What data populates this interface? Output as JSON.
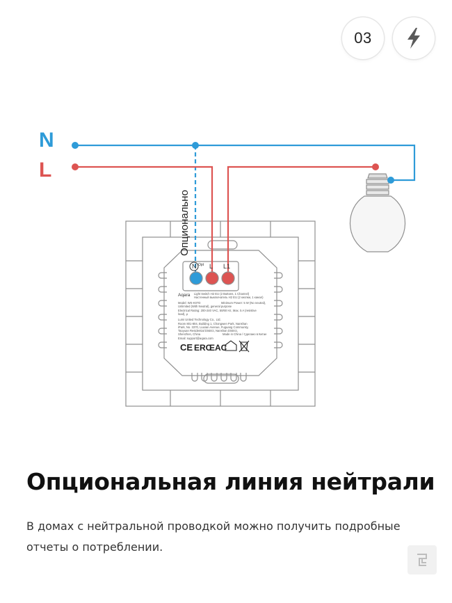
{
  "header": {
    "step_number": "03",
    "bolt_icon": "lightning-bolt-icon"
  },
  "diagram": {
    "neutral_label": "N",
    "line_label": "L",
    "optional_label": "Опционально",
    "terminals": {
      "neutral": "N",
      "neutral_superscript": "Opt",
      "line": "L",
      "load": "L1"
    },
    "back_label": {
      "brand": "Aqara",
      "product_line1": "Light Switch H2 EU (2 Buttons, 1 Channel)",
      "product_line2": "Настенный выключатель H2 EU (2 кнопки, 1 канал)",
      "model": "Model: WS-K07D",
      "min_power": "Minimum Power: 5 W (No neutral),",
      "unlimited": "Unlimited (With Neutral), general purpose",
      "rating": "Electrical Rating: 200-240 VAC, 50/60 Hz, Max. 5 A (resistive",
      "rating2": "load), μ",
      "company": "Lumi United Technology Co., Ltd.",
      "address1": "Room 801-804, Building 1, Chongwen Park, Nanshan",
      "address2": "iPark, No. 3370, Liuxian Avenue, Fuguang Community,",
      "address3": "Taoyuan Residential District, Nanshan District,",
      "address4": "Shenzhen, China",
      "made_in": "Made in China / Сделано в Китае",
      "email": "Email: support@aqara.com",
      "certs": [
        "CE",
        "ERC",
        "EAC"
      ]
    },
    "colors": {
      "neutral": "#2e9bd8",
      "line": "#dd5452",
      "outline": "#8f8f8f"
    }
  },
  "content": {
    "title": "Опциональная линия нейтрали",
    "description": "В домах с нейтральной проводкой можно получить подробные отчеты о потреблении."
  },
  "corner_icon": "watermark-logo-icon"
}
